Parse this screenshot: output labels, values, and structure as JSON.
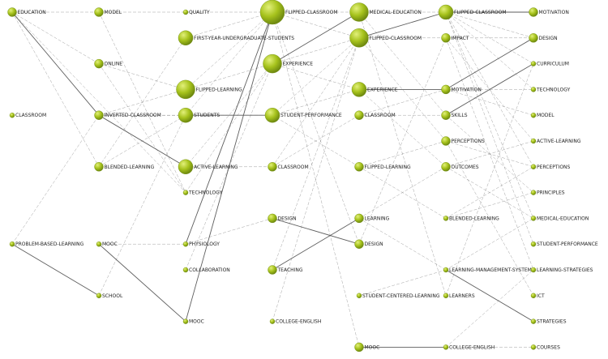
{
  "colors": {
    "node_fill": "#a6c21c",
    "node_light": "#e2f07a",
    "node_dark": "#6f8a10",
    "edge": "#555555"
  },
  "nodes": [
    {
      "id": "c1_education",
      "col": 0,
      "row": 0,
      "size": "m",
      "label": "EDUCATION"
    },
    {
      "id": "c1_classroom",
      "col": 0,
      "row": 4,
      "size": "s",
      "label": "CLASSROOM"
    },
    {
      "id": "c1_pbl",
      "col": 0,
      "row": 9,
      "size": "s",
      "label": "PROBLEM-BASED-LEARNING"
    },
    {
      "id": "c2_model",
      "col": 1,
      "row": 0,
      "size": "m",
      "label": "MODEL"
    },
    {
      "id": "c2_online",
      "col": 1,
      "row": 2,
      "size": "m",
      "label": "ONLINE"
    },
    {
      "id": "c2_inverted",
      "col": 1,
      "row": 4,
      "size": "m",
      "label": "INVERTED-CLASSROOM"
    },
    {
      "id": "c2_blended",
      "col": 1,
      "row": 6,
      "size": "m",
      "label": "BLENDED-LEARNING"
    },
    {
      "id": "c2_mooc",
      "col": 1,
      "row": 9,
      "size": "s",
      "label": "MOOC"
    },
    {
      "id": "c2_school",
      "col": 1,
      "row": 11,
      "size": "s",
      "label": "SCHOOL"
    },
    {
      "id": "c3_quality",
      "col": 2,
      "row": 0,
      "size": "s",
      "label": "QUALITY"
    },
    {
      "id": "c3_fyu",
      "col": 2,
      "row": 1,
      "size": "l",
      "label": "FIRST-YEAR-UNDERGRADUATE-STUDENTS"
    },
    {
      "id": "c3_flipped",
      "col": 2,
      "row": 3,
      "size": "xl",
      "label": "FLIPPED-LEARNING"
    },
    {
      "id": "c3_students",
      "col": 2,
      "row": 4,
      "size": "l",
      "label": "STUDENTS"
    },
    {
      "id": "c3_active",
      "col": 2,
      "row": 6,
      "size": "l",
      "label": "ACTIVE-LEARNING"
    },
    {
      "id": "c3_technology",
      "col": 2,
      "row": 7,
      "size": "s",
      "label": "TECHNOLOGY"
    },
    {
      "id": "c3_physiology",
      "col": 2,
      "row": 9,
      "size": "s",
      "label": "PHYSIOLOGY"
    },
    {
      "id": "c3_collab",
      "col": 2,
      "row": 10,
      "size": "s",
      "label": "COLLABORATION"
    },
    {
      "id": "c3_mooc",
      "col": 2,
      "row": 12,
      "size": "s",
      "label": "MOOC"
    },
    {
      "id": "c4_flipped",
      "col": 3,
      "row": 0,
      "size": "xxl",
      "label": "FLIPPED-CLASSROOM"
    },
    {
      "id": "c4_experience",
      "col": 3,
      "row": 2,
      "size": "xl",
      "label": "EXPERIENCE"
    },
    {
      "id": "c4_perf",
      "col": 3,
      "row": 4,
      "size": "l",
      "label": "STUDENT-PERFORMANCE"
    },
    {
      "id": "c4_classroom",
      "col": 3,
      "row": 6,
      "size": "m",
      "label": "CLASSROOM"
    },
    {
      "id": "c4_design",
      "col": 3,
      "row": 8,
      "size": "m",
      "label": "DESIGN"
    },
    {
      "id": "c4_teaching",
      "col": 3,
      "row": 10,
      "size": "m",
      "label": "TEACHING"
    },
    {
      "id": "c4_english",
      "col": 3,
      "row": 12,
      "size": "s",
      "label": "COLLEGE-ENGLISH"
    },
    {
      "id": "c5_medical",
      "col": 4,
      "row": 0,
      "size": "xl",
      "label": "MEDICAL-EDUCATION"
    },
    {
      "id": "c5_flipped",
      "col": 4,
      "row": 1,
      "size": "xl",
      "label": "FLIPPED-CLASSROOM"
    },
    {
      "id": "c5_experience",
      "col": 4,
      "row": 3,
      "size": "l",
      "label": "EXPERIENCE"
    },
    {
      "id": "c5_classroom",
      "col": 4,
      "row": 4,
      "size": "m",
      "label": "CLASSROOM"
    },
    {
      "id": "c5_flippedlearning",
      "col": 4,
      "row": 6,
      "size": "m",
      "label": "FLIPPED-LEARNING"
    },
    {
      "id": "c5_learning",
      "col": 4,
      "row": 8,
      "size": "m",
      "label": "LEARNING"
    },
    {
      "id": "c5_design",
      "col": 4,
      "row": 9,
      "size": "m",
      "label": "DESIGN"
    },
    {
      "id": "c5_scl",
      "col": 4,
      "row": 11,
      "size": "s",
      "label": "STUDENT-CENTERED-LEARNING"
    },
    {
      "id": "c5_mooc",
      "col": 4,
      "row": 13,
      "size": "m",
      "label": "MOOC"
    },
    {
      "id": "c6_flipped",
      "col": 5,
      "row": 0,
      "size": "l",
      "label": "FLIPPED-CLASSROOM"
    },
    {
      "id": "c6_impact",
      "col": 5,
      "row": 1,
      "size": "m",
      "label": "IMPACT"
    },
    {
      "id": "c6_motivation",
      "col": 5,
      "row": 3,
      "size": "m",
      "label": "MOTIVATION"
    },
    {
      "id": "c6_skills",
      "col": 5,
      "row": 4,
      "size": "m",
      "label": "SKILLS"
    },
    {
      "id": "c6_perceptions",
      "col": 5,
      "row": 5,
      "size": "m",
      "label": "PERCEPTIONS"
    },
    {
      "id": "c6_outcomes",
      "col": 5,
      "row": 6,
      "size": "m",
      "label": "OUTCOMES"
    },
    {
      "id": "c6_blended",
      "col": 5,
      "row": 8,
      "size": "s",
      "label": "BLENDED-LEARNING"
    },
    {
      "id": "c6_lms",
      "col": 5,
      "row": 10,
      "size": "s",
      "label": "LEARNING-MANAGEMENT-SYSTEMS"
    },
    {
      "id": "c6_learners",
      "col": 5,
      "row": 11,
      "size": "s",
      "label": "LEARNERS"
    },
    {
      "id": "c6_english",
      "col": 5,
      "row": 13,
      "size": "s",
      "label": "COLLEGE-ENGLISH"
    },
    {
      "id": "c7_motivation",
      "col": 6,
      "row": 0,
      "size": "m",
      "label": "MOTIVATION"
    },
    {
      "id": "c7_design",
      "col": 6,
      "row": 1,
      "size": "m",
      "label": "DESIGN"
    },
    {
      "id": "c7_curriculum",
      "col": 6,
      "row": 2,
      "size": "s",
      "label": "CURRICULUM"
    },
    {
      "id": "c7_technology",
      "col": 6,
      "row": 3,
      "size": "s",
      "label": "TECHNOLOGY"
    },
    {
      "id": "c7_model",
      "col": 6,
      "row": 4,
      "size": "s",
      "label": "MODEL"
    },
    {
      "id": "c7_active",
      "col": 6,
      "row": 5,
      "size": "s",
      "label": "ACTIVE-LEARNING"
    },
    {
      "id": "c7_perceptions",
      "col": 6,
      "row": 6,
      "size": "s",
      "label": "PERCEPTIONS"
    },
    {
      "id": "c7_principles",
      "col": 6,
      "row": 7,
      "size": "s",
      "label": "PRINCIPLES"
    },
    {
      "id": "c7_medical",
      "col": 6,
      "row": 8,
      "size": "s",
      "label": "MEDICAL-EDUCATION"
    },
    {
      "id": "c7_perf",
      "col": 6,
      "row": 9,
      "size": "s",
      "label": "STUDENT-PERFORMANCE"
    },
    {
      "id": "c7_strategies_l",
      "col": 6,
      "row": 10,
      "size": "s",
      "label": "LEARNING-STRATEGIES"
    },
    {
      "id": "c7_ict",
      "col": 6,
      "row": 11,
      "size": "s",
      "label": "ICT"
    },
    {
      "id": "c7_strategies",
      "col": 6,
      "row": 12,
      "size": "s",
      "label": "STRATEGIES"
    },
    {
      "id": "c7_courses",
      "col": 6,
      "row": 13,
      "size": "s",
      "label": "COURSES"
    }
  ],
  "edges": [
    {
      "s": "c1_education",
      "t": "c2_inverted",
      "w": "strong"
    },
    {
      "s": "c1_education",
      "t": "c2_model",
      "w": "weak"
    },
    {
      "s": "c1_education",
      "t": "c2_blended",
      "w": "weak"
    },
    {
      "s": "c1_education",
      "t": "c2_online",
      "w": "weak"
    },
    {
      "s": "c1_education",
      "t": "c3_technology",
      "w": "weak"
    },
    {
      "s": "c1_pbl",
      "t": "c2_school",
      "w": "strong"
    },
    {
      "s": "c1_pbl",
      "t": "c2_inverted",
      "w": "weak"
    },
    {
      "s": "c2_inverted",
      "t": "c3_active",
      "w": "strong"
    },
    {
      "s": "c2_inverted",
      "t": "c3_students",
      "w": "weak"
    },
    {
      "s": "c2_inverted",
      "t": "c3_flipped",
      "w": "weak"
    },
    {
      "s": "c2_inverted",
      "t": "c4_perf",
      "w": "weak"
    },
    {
      "s": "c2_online",
      "t": "c3_flipped",
      "w": "weak"
    },
    {
      "s": "c2_online",
      "t": "c3_technology",
      "w": "weak"
    },
    {
      "s": "c2_model",
      "t": "c3_quality",
      "w": "weak"
    },
    {
      "s": "c2_model",
      "t": "c3_technology",
      "w": "weak"
    },
    {
      "s": "c2_blended",
      "t": "c3_students",
      "w": "weak"
    },
    {
      "s": "c2_blended",
      "t": "c3_fyu",
      "w": "weak"
    },
    {
      "s": "c2_mooc",
      "t": "c3_mooc",
      "w": "strong"
    },
    {
      "s": "c2_mooc",
      "t": "c3_physiology",
      "w": "weak"
    },
    {
      "s": "c2_school",
      "t": "c3_students",
      "w": "weak"
    },
    {
      "s": "c3_fyu",
      "t": "c4_flipped",
      "w": "weak"
    },
    {
      "s": "c3_flipped",
      "t": "c4_experience",
      "w": "weak"
    },
    {
      "s": "c3_flipped",
      "t": "c4_flipped",
      "w": "weak"
    },
    {
      "s": "c3_students",
      "t": "c4_perf",
      "w": "strong"
    },
    {
      "s": "c3_students",
      "t": "c4_flipped",
      "w": "weak"
    },
    {
      "s": "c3_active",
      "t": "c4_experience",
      "w": "weak"
    },
    {
      "s": "c3_active",
      "t": "c4_classroom",
      "w": "weak"
    },
    {
      "s": "c3_technology",
      "t": "c4_experience",
      "w": "weak"
    },
    {
      "s": "c3_physiology",
      "t": "c4_flipped",
      "w": "strong"
    },
    {
      "s": "c3_physiology",
      "t": "c4_design",
      "w": "weak"
    },
    {
      "s": "c3_mooc",
      "t": "c4_flipped",
      "w": "strong"
    },
    {
      "s": "c3_collab",
      "t": "c4_experience",
      "w": "weak"
    },
    {
      "s": "c3_quality",
      "t": "c4_flipped",
      "w": "weak"
    },
    {
      "s": "c4_flipped",
      "t": "c5_medical",
      "w": "weak"
    },
    {
      "s": "c4_flipped",
      "t": "c5_flipped",
      "w": "weak"
    },
    {
      "s": "c4_flipped",
      "t": "c5_design",
      "w": "weak"
    },
    {
      "s": "c4_flipped",
      "t": "c5_mooc",
      "w": "weak"
    },
    {
      "s": "c4_experience",
      "t": "c5_medical",
      "w": "strong"
    },
    {
      "s": "c4_experience",
      "t": "c5_flipped",
      "w": "weak"
    },
    {
      "s": "c4_experience",
      "t": "c5_experience",
      "w": "weak"
    },
    {
      "s": "c4_perf",
      "t": "c5_flipped",
      "w": "weak"
    },
    {
      "s": "c4_perf",
      "t": "c5_experience",
      "w": "weak"
    },
    {
      "s": "c4_perf",
      "t": "c5_flippedlearning",
      "w": "weak"
    },
    {
      "s": "c4_classroom",
      "t": "c5_classroom",
      "w": "weak"
    },
    {
      "s": "c4_classroom",
      "t": "c5_flipped",
      "w": "weak"
    },
    {
      "s": "c4_design",
      "t": "c5_design",
      "w": "strong"
    },
    {
      "s": "c4_teaching",
      "t": "c5_learning",
      "w": "strong"
    },
    {
      "s": "c4_teaching",
      "t": "c5_flipped",
      "w": "weak"
    },
    {
      "s": "c4_english",
      "t": "c5_flipped",
      "w": "weak"
    },
    {
      "s": "c5_mooc",
      "t": "c6_english",
      "w": "strong"
    },
    {
      "s": "c5_flipped",
      "t": "c6_flipped",
      "w": "strong"
    },
    {
      "s": "c5_flipped",
      "t": "c6_impact",
      "w": "weak"
    },
    {
      "s": "c5_flipped",
      "t": "c6_perceptions",
      "w": "weak"
    },
    {
      "s": "c5_medical",
      "t": "c6_flipped",
      "w": "weak"
    },
    {
      "s": "c5_medical",
      "t": "c6_skills",
      "w": "weak"
    },
    {
      "s": "c5_medical",
      "t": "c6_learners",
      "w": "weak"
    },
    {
      "s": "c5_experience",
      "t": "c6_motivation",
      "w": "strong"
    },
    {
      "s": "c5_experience",
      "t": "c6_outcomes",
      "w": "weak"
    },
    {
      "s": "c5_classroom",
      "t": "c6_skills",
      "w": "weak"
    },
    {
      "s": "c5_classroom",
      "t": "c6_motivation",
      "w": "weak"
    },
    {
      "s": "c5_flippedlearning",
      "t": "c6_perceptions",
      "w": "weak"
    },
    {
      "s": "c5_flippedlearning",
      "t": "c6_blended",
      "w": "weak"
    },
    {
      "s": "c5_learning",
      "t": "c6_outcomes",
      "w": "weak"
    },
    {
      "s": "c5_learning",
      "t": "c6_lms",
      "w": "weak"
    },
    {
      "s": "c5_scl",
      "t": "c6_lms",
      "w": "weak"
    },
    {
      "s": "c5_design",
      "t": "c6_impact",
      "w": "weak"
    },
    {
      "s": "c6_flipped",
      "t": "c7_motivation",
      "w": "strong"
    },
    {
      "s": "c6_flipped",
      "t": "c7_design",
      "w": "weak"
    },
    {
      "s": "c6_flipped",
      "t": "c7_curriculum",
      "w": "weak"
    },
    {
      "s": "c6_flipped",
      "t": "c7_technology",
      "w": "weak"
    },
    {
      "s": "c6_flipped",
      "t": "c7_perceptions",
      "w": "weak"
    },
    {
      "s": "c6_flipped",
      "t": "c7_medical",
      "w": "weak"
    },
    {
      "s": "c6_flipped",
      "t": "c7_perf",
      "w": "weak"
    },
    {
      "s": "c6_impact",
      "t": "c7_design",
      "w": "weak"
    },
    {
      "s": "c6_impact",
      "t": "c7_active",
      "w": "weak"
    },
    {
      "s": "c6_impact",
      "t": "c7_strategies_l",
      "w": "weak"
    },
    {
      "s": "c6_motivation",
      "t": "c7_design",
      "w": "strong"
    },
    {
      "s": "c6_motivation",
      "t": "c7_technology",
      "w": "weak"
    },
    {
      "s": "c6_motivation",
      "t": "c7_model",
      "w": "weak"
    },
    {
      "s": "c6_skills",
      "t": "c7_curriculum",
      "w": "strong"
    },
    {
      "s": "c6_skills",
      "t": "c7_principles",
      "w": "weak"
    },
    {
      "s": "c6_perceptions",
      "t": "c7_perceptions",
      "w": "weak"
    },
    {
      "s": "c6_perceptions",
      "t": "c7_ict",
      "w": "weak"
    },
    {
      "s": "c6_outcomes",
      "t": "c7_active",
      "w": "weak"
    },
    {
      "s": "c6_outcomes",
      "t": "c7_medical",
      "w": "weak"
    },
    {
      "s": "c6_blended",
      "t": "c7_perceptions",
      "w": "weak"
    },
    {
      "s": "c6_blended",
      "t": "c7_principles",
      "w": "weak"
    },
    {
      "s": "c6_lms",
      "t": "c7_strategies",
      "w": "strong"
    },
    {
      "s": "c6_lms",
      "t": "c7_medical",
      "w": "weak"
    },
    {
      "s": "c6_learners",
      "t": "c7_curriculum",
      "w": "weak"
    },
    {
      "s": "c6_english",
      "t": "c7_courses",
      "w": "weak"
    },
    {
      "s": "c6_english",
      "t": "c7_strategies_l",
      "w": "weak"
    }
  ]
}
